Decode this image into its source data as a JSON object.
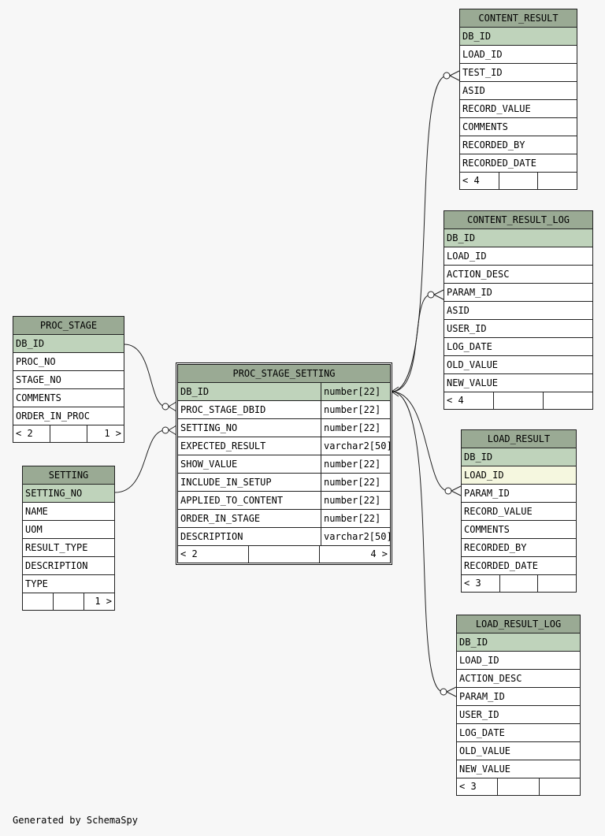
{
  "tables": [
    {
      "id": "content_result",
      "name": "CONTENT_RESULT",
      "focus": false,
      "columns": [
        {
          "name": "DB_ID",
          "pk": true
        },
        {
          "name": "LOAD_ID"
        },
        {
          "name": "TEST_ID"
        },
        {
          "name": "ASID"
        },
        {
          "name": "RECORD_VALUE"
        },
        {
          "name": "COMMENTS"
        },
        {
          "name": "RECORDED_BY"
        },
        {
          "name": "RECORDED_DATE"
        }
      ],
      "footer": [
        "< 4",
        "",
        ""
      ]
    },
    {
      "id": "content_result_log",
      "name": "CONTENT_RESULT_LOG",
      "focus": false,
      "columns": [
        {
          "name": "DB_ID",
          "pk": true
        },
        {
          "name": "LOAD_ID"
        },
        {
          "name": "ACTION_DESC"
        },
        {
          "name": "PARAM_ID"
        },
        {
          "name": "ASID"
        },
        {
          "name": "USER_ID"
        },
        {
          "name": "LOG_DATE"
        },
        {
          "name": "OLD_VALUE"
        },
        {
          "name": "NEW_VALUE"
        }
      ],
      "footer": [
        "< 4",
        "",
        ""
      ]
    },
    {
      "id": "proc_stage",
      "name": "PROC_STAGE",
      "focus": false,
      "columns": [
        {
          "name": "DB_ID",
          "pk": true
        },
        {
          "name": "PROC_NO"
        },
        {
          "name": "STAGE_NO"
        },
        {
          "name": "COMMENTS"
        },
        {
          "name": "ORDER_IN_PROC"
        }
      ],
      "footer": [
        "< 2",
        "",
        "1 >"
      ]
    },
    {
      "id": "proc_stage_setting",
      "name": "PROC_STAGE_SETTING",
      "focus": true,
      "columns": [
        {
          "name": "DB_ID",
          "type": "number[22]",
          "pk": true
        },
        {
          "name": "PROC_STAGE_DBID",
          "type": "number[22]"
        },
        {
          "name": "SETTING_NO",
          "type": "number[22]"
        },
        {
          "name": "EXPECTED_RESULT",
          "type": "varchar2[50]"
        },
        {
          "name": "SHOW_VALUE",
          "type": "number[22]"
        },
        {
          "name": "INCLUDE_IN_SETUP",
          "type": "number[22]"
        },
        {
          "name": "APPLIED_TO_CONTENT",
          "type": "number[22]"
        },
        {
          "name": "ORDER_IN_STAGE",
          "type": "number[22]"
        },
        {
          "name": "DESCRIPTION",
          "type": "varchar2[50]"
        }
      ],
      "footer": [
        "< 2",
        "",
        "4 >"
      ]
    },
    {
      "id": "load_result",
      "name": "LOAD_RESULT",
      "focus": false,
      "columns": [
        {
          "name": "DB_ID",
          "pk": true
        },
        {
          "name": "LOAD_ID",
          "hl": true
        },
        {
          "name": "PARAM_ID"
        },
        {
          "name": "RECORD_VALUE"
        },
        {
          "name": "COMMENTS"
        },
        {
          "name": "RECORDED_BY"
        },
        {
          "name": "RECORDED_DATE"
        }
      ],
      "footer": [
        "< 3",
        "",
        ""
      ]
    },
    {
      "id": "setting",
      "name": "SETTING",
      "focus": false,
      "columns": [
        {
          "name": "SETTING_NO",
          "pk": true
        },
        {
          "name": "NAME"
        },
        {
          "name": "UOM"
        },
        {
          "name": "RESULT_TYPE"
        },
        {
          "name": "DESCRIPTION"
        },
        {
          "name": "TYPE"
        }
      ],
      "footer": [
        "",
        "",
        "1 >"
      ]
    },
    {
      "id": "load_result_log",
      "name": "LOAD_RESULT_LOG",
      "focus": false,
      "columns": [
        {
          "name": "DB_ID",
          "pk": true
        },
        {
          "name": "LOAD_ID"
        },
        {
          "name": "ACTION_DESC"
        },
        {
          "name": "PARAM_ID"
        },
        {
          "name": "USER_ID"
        },
        {
          "name": "LOG_DATE"
        },
        {
          "name": "OLD_VALUE"
        },
        {
          "name": "NEW_VALUE"
        }
      ],
      "footer": [
        "< 3",
        "",
        ""
      ]
    }
  ],
  "credit": "Generated by SchemaSpy",
  "colors": {
    "header": "#9aaa94",
    "pk_row": "#bfd3bb",
    "highlight_row": "#f5f7df",
    "background": "#f7f7f7"
  }
}
